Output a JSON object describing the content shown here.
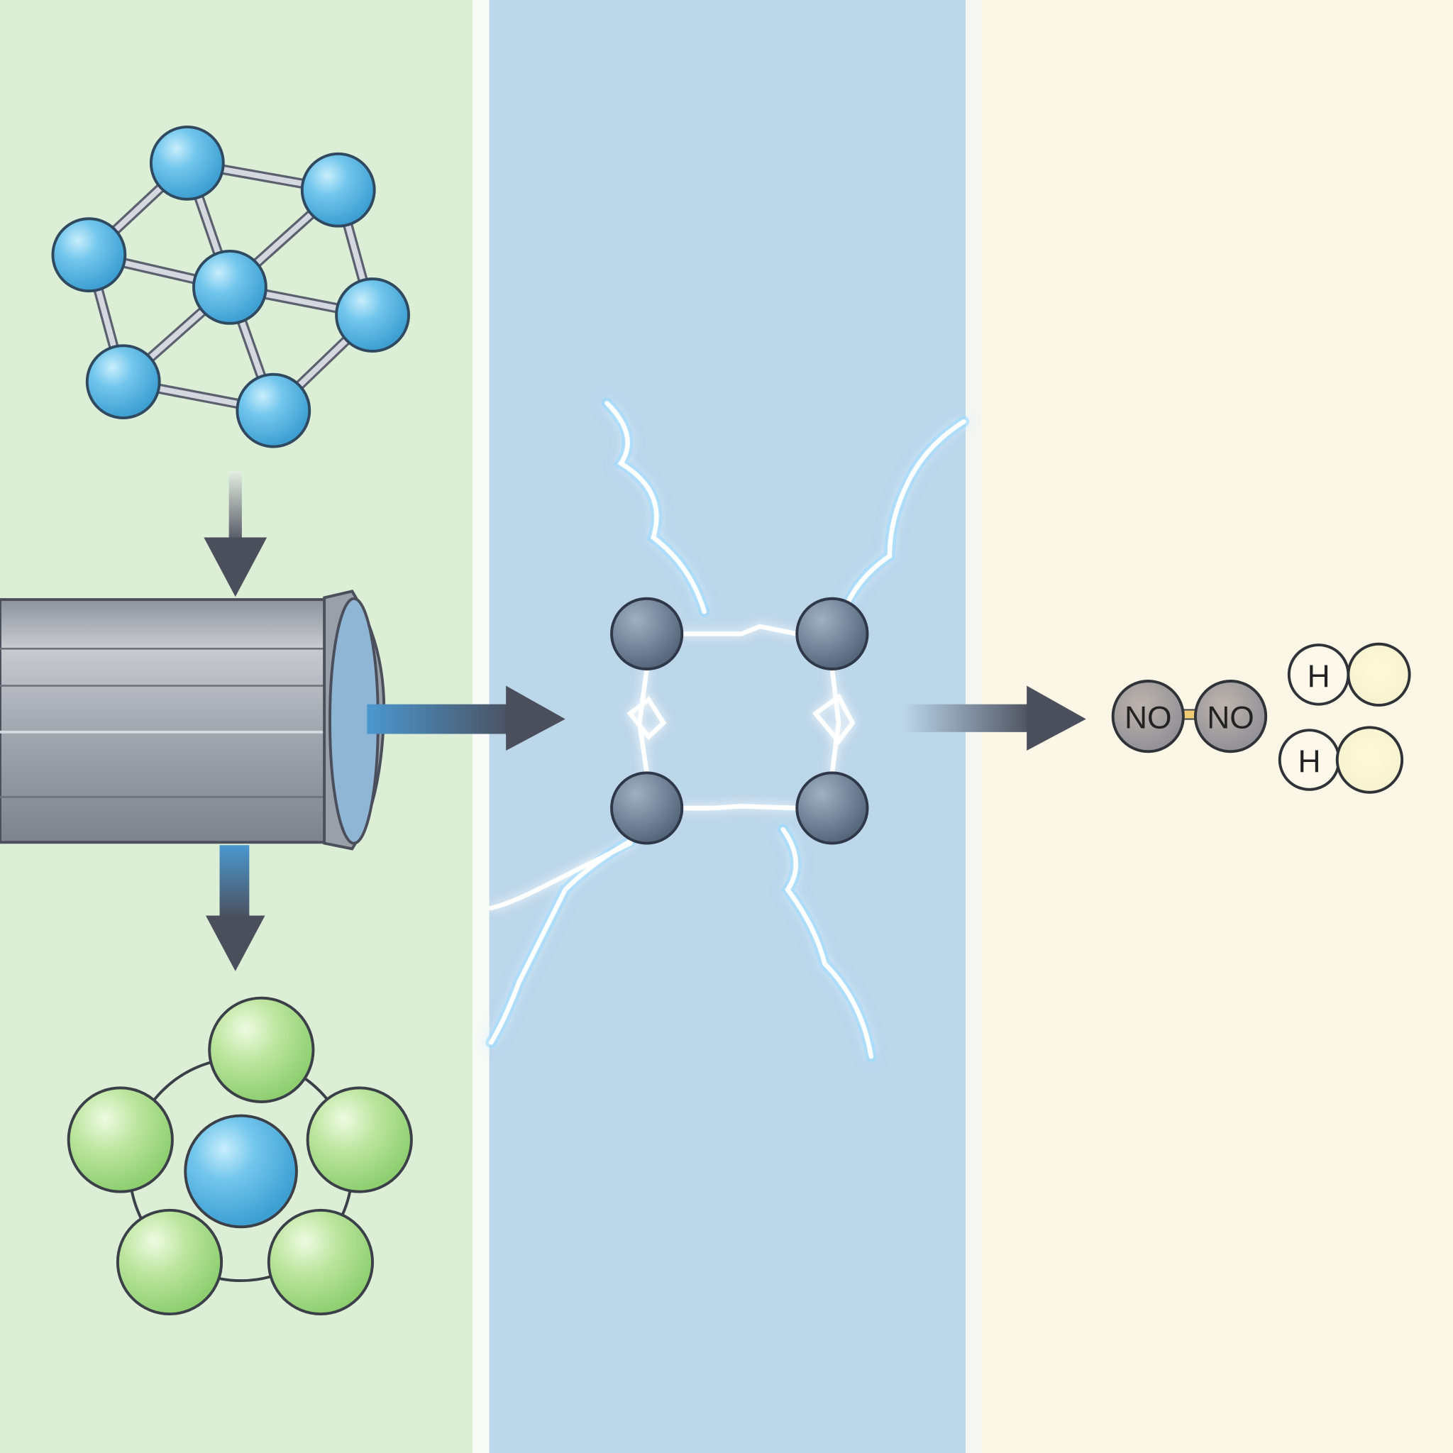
{
  "products": {
    "molecule_1": {
      "left": "NO",
      "right": "NO"
    },
    "molecule_2": {
      "left": "H"
    },
    "molecule_3": {
      "left": "H"
    }
  },
  "colors": {
    "panel_left": "#ddeed6",
    "panel_middle": "#bcd6ea",
    "panel_right": "#fcf6e6",
    "atom_blue": "#6ec3ea",
    "atom_green": "#b9e49a",
    "atom_dark": "#6f7f92",
    "arrow": "#4b4f5c",
    "spark": "#7fd8ff"
  }
}
